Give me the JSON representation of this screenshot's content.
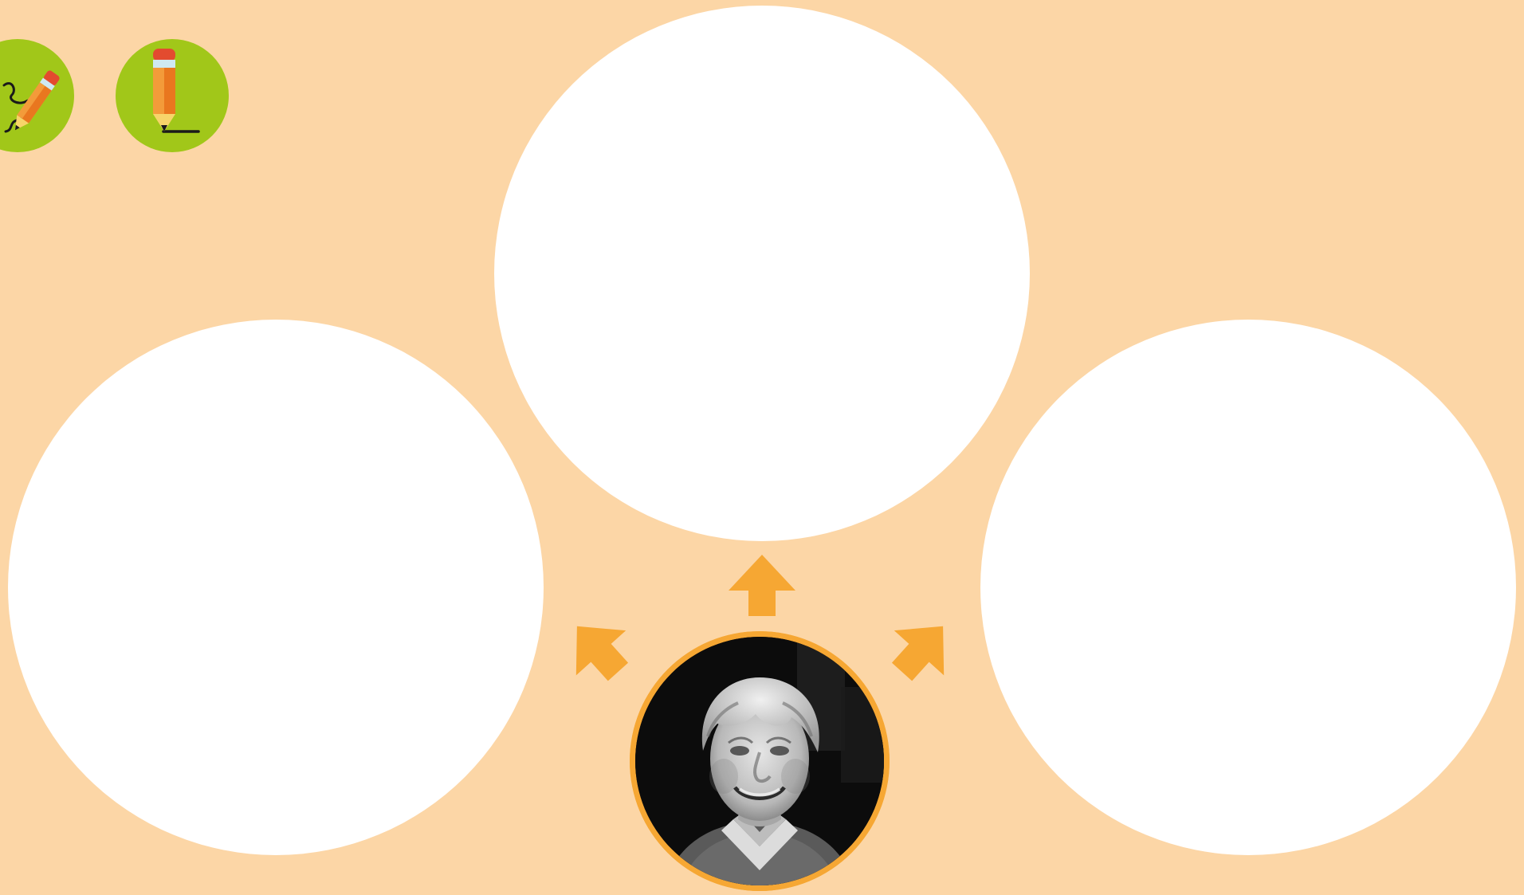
{
  "toolbar": {
    "tools": [
      {
        "id": "freehand",
        "icon": "pencil-freehand-icon"
      },
      {
        "id": "line",
        "icon": "pencil-line-icon"
      }
    ]
  },
  "organizer": {
    "center_image": "portrait-photo",
    "answer_circles": [
      "top",
      "left",
      "right"
    ]
  },
  "colors": {
    "background": "#fcd6a6",
    "tool_button": "#a1c719",
    "arrows": "#f6a733",
    "circles": "#ffffff",
    "portrait_border": "#f6a733"
  }
}
